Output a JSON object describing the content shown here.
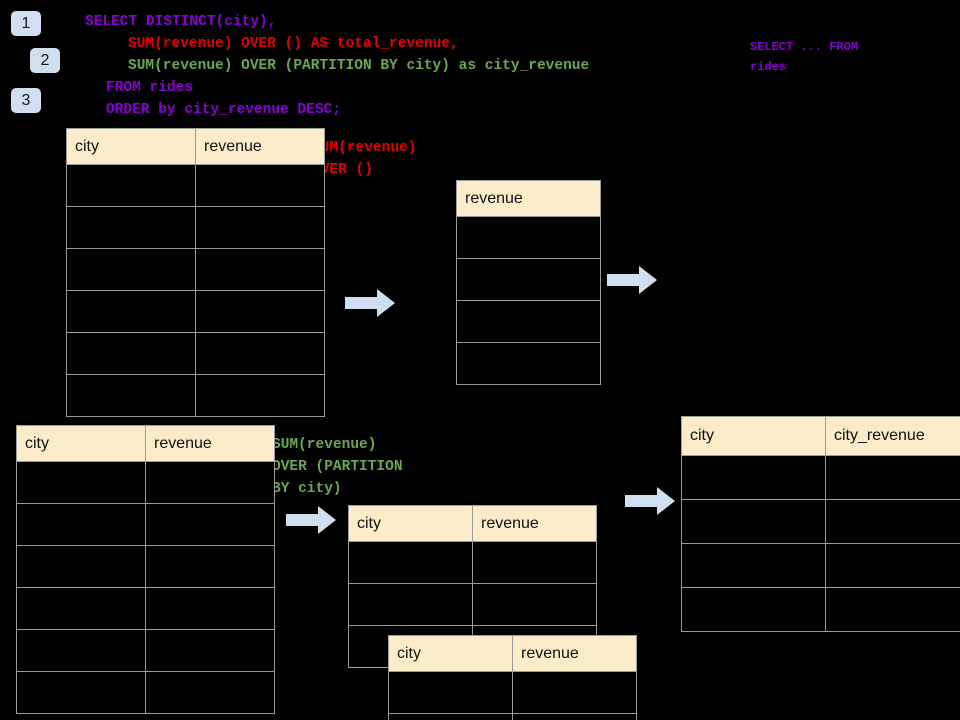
{
  "page": {
    "background": "#000000",
    "header_fill": "#fcecca",
    "border_color": "#9c9c9c",
    "badge_fill": "#cfdff0",
    "arrow_fill": "#cfdff0"
  },
  "badges": [
    {
      "label": "1"
    },
    {
      "label": "2"
    },
    {
      "label": "3"
    }
  ],
  "sql": {
    "lines": [
      {
        "text": "SELECT DISTINCT(city),",
        "color": "#8b00d4",
        "indent": 0
      },
      {
        "text": "SUM(revenue) OVER () AS total_revenue,",
        "color": "#e60000",
        "indent": 3
      },
      {
        "text": "SUM(revenue) OVER (PARTITION BY city) as city_revenue",
        "color": "#6aa84f",
        "indent": 3
      },
      {
        "text": "FROM rides",
        "color": "#8b00d4",
        "indent": 1
      },
      {
        "text": "ORDER by city_revenue DESC;",
        "color": "#8b00d4",
        "indent": 1
      }
    ]
  },
  "side_note": {
    "line1": "SELECT ... FROM",
    "line2": "rides",
    "color": "#8b00d4"
  },
  "annotations": {
    "total_revenue": {
      "line1": "SUM(revenue)",
      "line2": "OVER ()",
      "color": "#e60000"
    },
    "city_revenue": {
      "line1": "SUM(revenue)",
      "line2": "OVER (PARTITION",
      "line3": "BY city)",
      "color": "#6aa84f"
    }
  },
  "tables": {
    "source_top": {
      "name": "rides-source-top",
      "headers": [
        "city",
        "revenue"
      ],
      "row_count": 6,
      "rows": [
        [
          "",
          ""
        ],
        [
          "",
          ""
        ],
        [
          "",
          ""
        ],
        [
          "",
          ""
        ],
        [
          "",
          ""
        ],
        [
          "",
          ""
        ]
      ]
    },
    "total_revenue": {
      "name": "total-revenue",
      "headers": [
        "revenue"
      ],
      "row_count": 4,
      "rows": [
        [
          ""
        ],
        [
          ""
        ],
        [
          ""
        ],
        [
          ""
        ]
      ]
    },
    "source_bottom": {
      "name": "rides-source-bottom",
      "headers": [
        "city",
        "revenue"
      ],
      "row_count": 6,
      "rows": [
        [
          "",
          ""
        ],
        [
          "",
          ""
        ],
        [
          "",
          ""
        ],
        [
          "",
          ""
        ],
        [
          "",
          ""
        ],
        [
          "",
          ""
        ]
      ]
    },
    "partition_back": {
      "name": "partition-group-back",
      "headers": [
        "city",
        "revenue"
      ],
      "row_count": 3,
      "rows": [
        [
          "",
          ""
        ],
        [
          "",
          ""
        ],
        [
          "",
          ""
        ]
      ]
    },
    "partition_front": {
      "name": "partition-group-front",
      "headers": [
        "city",
        "revenue"
      ],
      "row_count": 2,
      "rows": [
        [
          "",
          ""
        ],
        [
          "",
          ""
        ]
      ]
    },
    "result": {
      "name": "result-city-revenue",
      "headers": [
        "city",
        "city_revenue"
      ],
      "row_count": 4,
      "rows": [
        [
          "",
          ""
        ],
        [
          "",
          ""
        ],
        [
          "",
          ""
        ],
        [
          "",
          ""
        ]
      ]
    }
  },
  "arrows": [
    {
      "name": "arrow-source-to-total"
    },
    {
      "name": "arrow-total-to-result"
    },
    {
      "name": "arrow-source-to-partition"
    },
    {
      "name": "arrow-partition-to-result"
    }
  ]
}
